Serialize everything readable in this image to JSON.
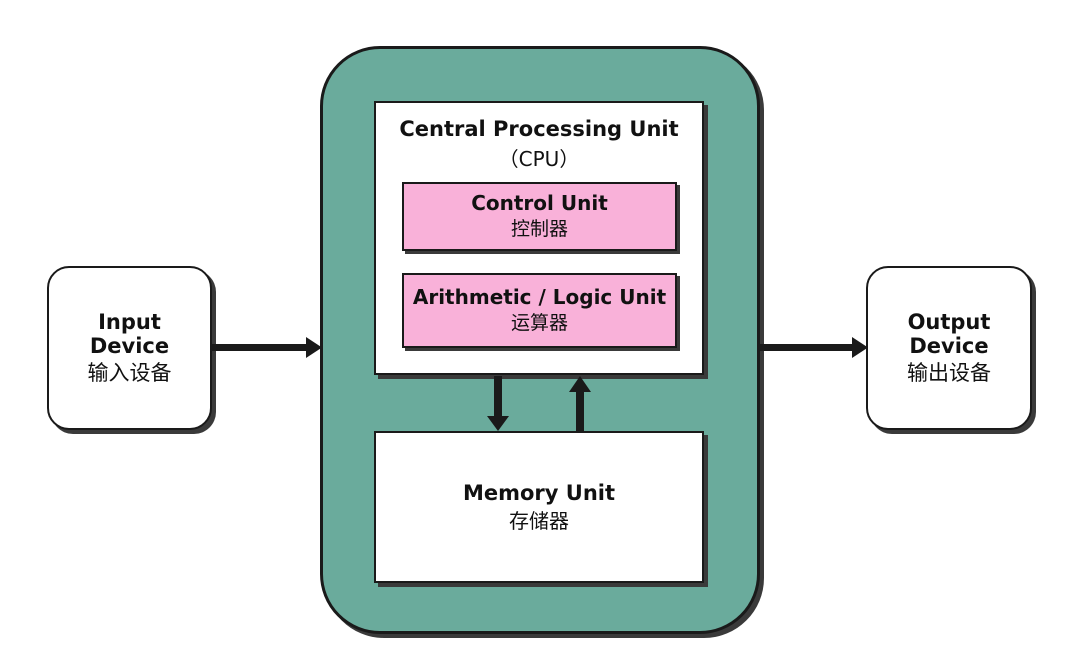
{
  "input_device": {
    "title_line1": "Input",
    "title_line2": "Device",
    "subtitle": "输入设备"
  },
  "output_device": {
    "title_line1": "Output",
    "title_line2": "Device",
    "subtitle": "输出设备"
  },
  "cpu": {
    "title": "Central Processing Unit",
    "abbreviation": "（CPU）"
  },
  "control_unit": {
    "title": "Control Unit",
    "subtitle": "控制器"
  },
  "alu": {
    "title": "Arithmetic / Logic Unit",
    "subtitle": "运算器"
  },
  "memory_unit": {
    "title": "Memory Unit",
    "subtitle": "存储器"
  },
  "colors": {
    "frame": "#6aab9c",
    "unit_fill": "#f9b1d9",
    "box_fill": "#ffffff",
    "outline": "#1a1a1a"
  },
  "arrows": [
    {
      "from": "input_device",
      "to": "computer"
    },
    {
      "from": "computer",
      "to": "output_device"
    },
    {
      "from": "cpu",
      "to": "memory_unit"
    },
    {
      "from": "memory_unit",
      "to": "cpu"
    }
  ]
}
